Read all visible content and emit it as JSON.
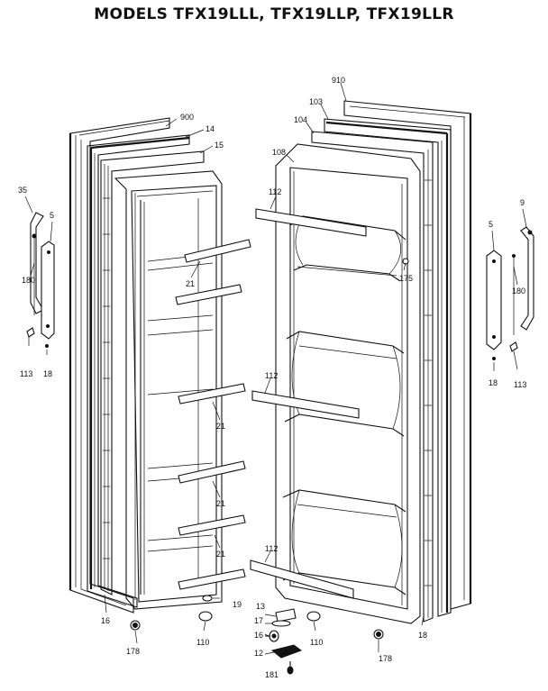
{
  "title": "MODELS TFX19LLL, TFX19LLP, TFX19LLR",
  "callouts": {
    "c900": "900",
    "c14": "14",
    "c15": "15",
    "c910": "910",
    "c103": "103",
    "c104": "104",
    "c108": "108",
    "c112a": "112",
    "c112b": "112",
    "c112c": "112",
    "c175": "175",
    "c21a": "21",
    "c21b": "21",
    "c21c": "21",
    "c21d": "21",
    "c19": "19",
    "c110a": "110",
    "c110b": "110",
    "c13": "13",
    "c17": "17",
    "c16l": "16",
    "c16b": "16",
    "c12": "12",
    "c181": "181",
    "c178a": "178",
    "c178b": "178",
    "c18a": "18",
    "c18b": "18",
    "c18c": "18",
    "c35": "35",
    "c5a": "5",
    "c180a": "180",
    "c113a": "113",
    "c9": "9",
    "c5b": "5",
    "c180b": "180",
    "c113b": "113"
  }
}
